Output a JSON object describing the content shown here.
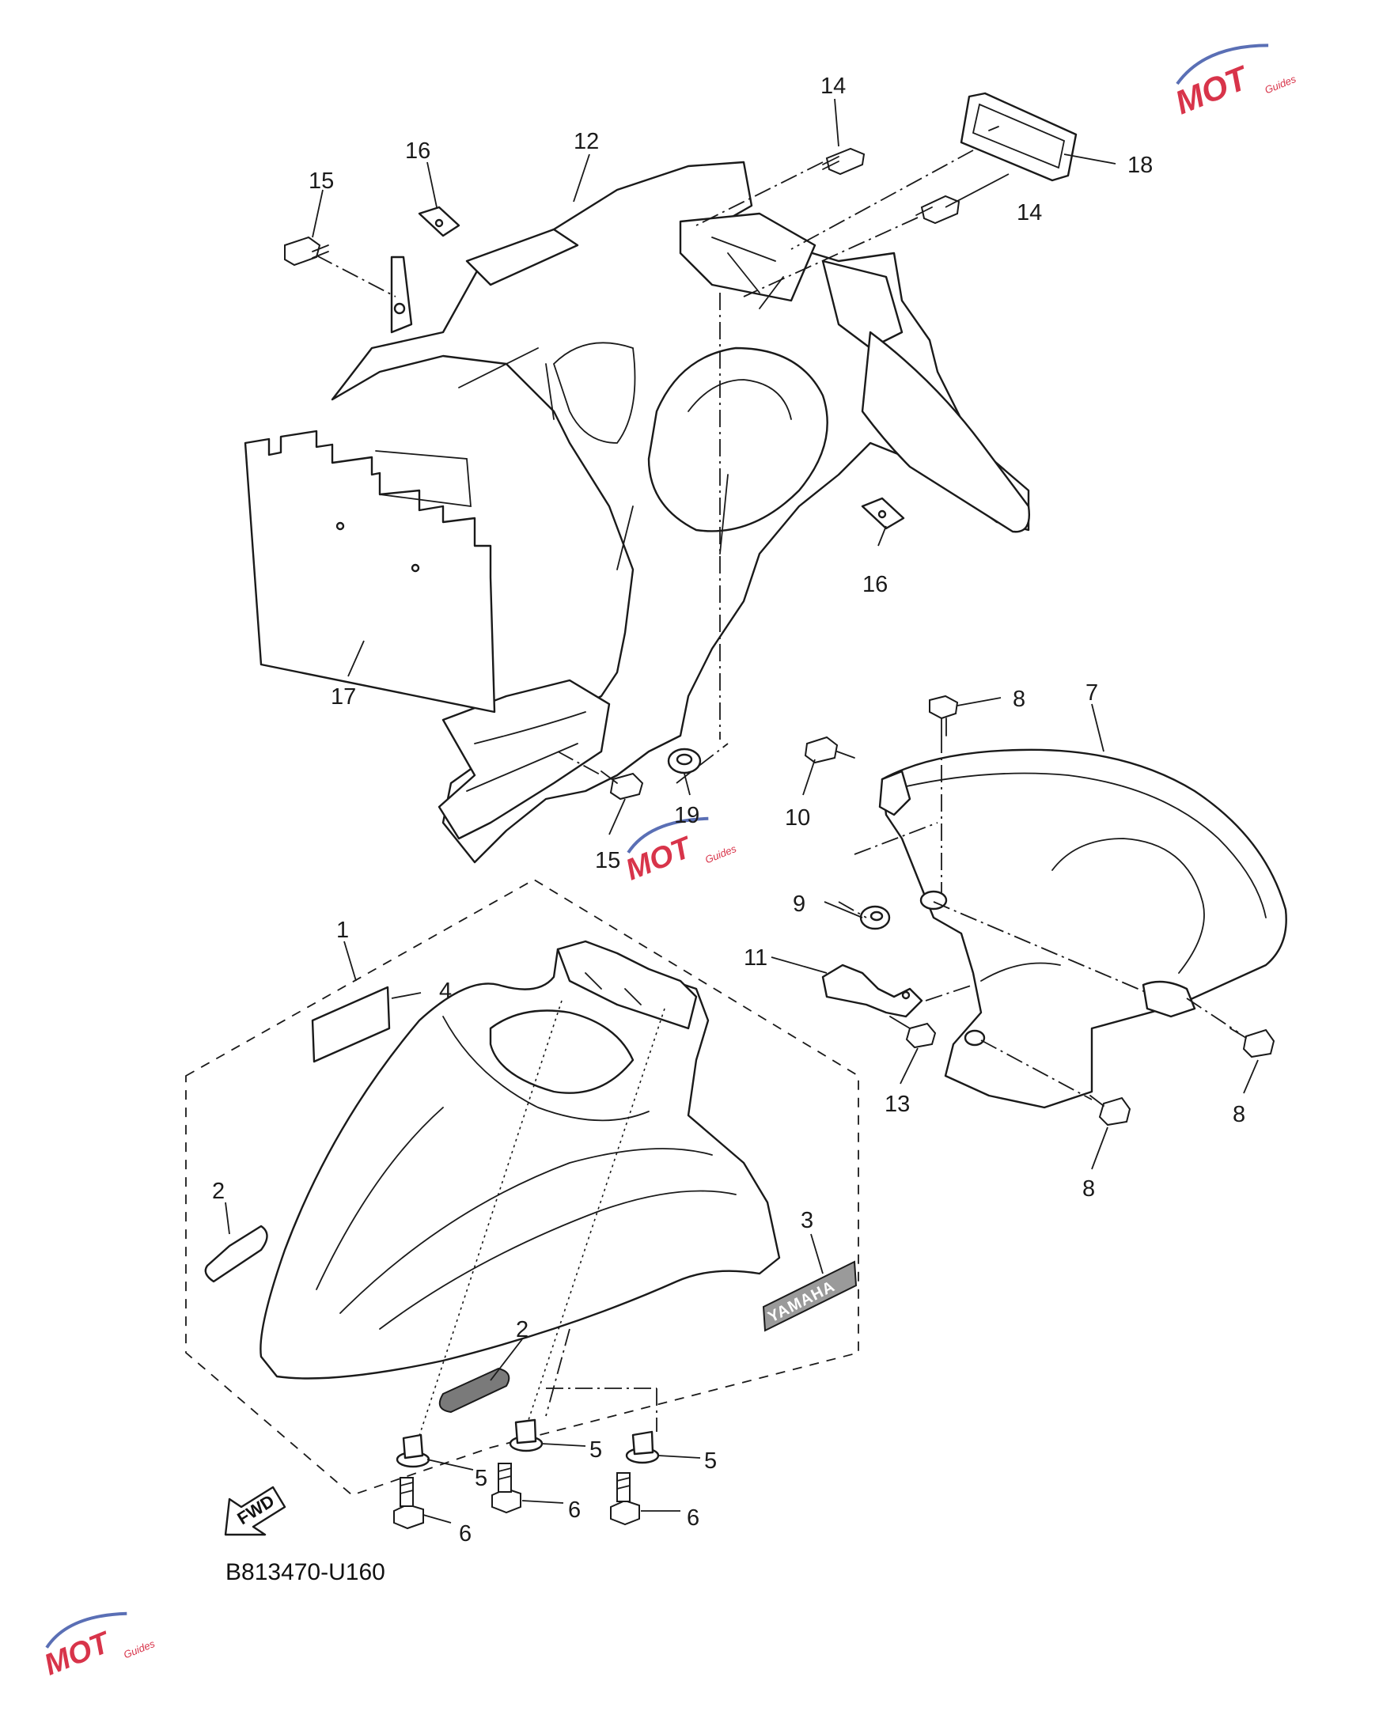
{
  "diagram": {
    "part_code": "B813470-U160",
    "fwd_label": "FWD",
    "decal_label": "YAMAHA",
    "watermark": {
      "logo_text": "MOT",
      "logo_sub": "Guides"
    },
    "callouts": [
      {
        "id": "c1",
        "label": "1"
      },
      {
        "id": "c2a",
        "label": "2"
      },
      {
        "id": "c2b",
        "label": "2"
      },
      {
        "id": "c3",
        "label": "3"
      },
      {
        "id": "c4",
        "label": "4"
      },
      {
        "id": "c5a",
        "label": "5"
      },
      {
        "id": "c5b",
        "label": "5"
      },
      {
        "id": "c5c",
        "label": "5"
      },
      {
        "id": "c6a",
        "label": "6"
      },
      {
        "id": "c6b",
        "label": "6"
      },
      {
        "id": "c6c",
        "label": "6"
      },
      {
        "id": "c7",
        "label": "7"
      },
      {
        "id": "c8a",
        "label": "8"
      },
      {
        "id": "c8b",
        "label": "8"
      },
      {
        "id": "c8c",
        "label": "8"
      },
      {
        "id": "c9",
        "label": "9"
      },
      {
        "id": "c10",
        "label": "10"
      },
      {
        "id": "c11",
        "label": "11"
      },
      {
        "id": "c12",
        "label": "12"
      },
      {
        "id": "c13",
        "label": "13"
      },
      {
        "id": "c14a",
        "label": "14"
      },
      {
        "id": "c14b",
        "label": "14"
      },
      {
        "id": "c15a",
        "label": "15"
      },
      {
        "id": "c15b",
        "label": "15"
      },
      {
        "id": "c16a",
        "label": "16"
      },
      {
        "id": "c16b",
        "label": "16"
      },
      {
        "id": "c17",
        "label": "17"
      },
      {
        "id": "c18",
        "label": "18"
      },
      {
        "id": "c19",
        "label": "19"
      }
    ]
  }
}
